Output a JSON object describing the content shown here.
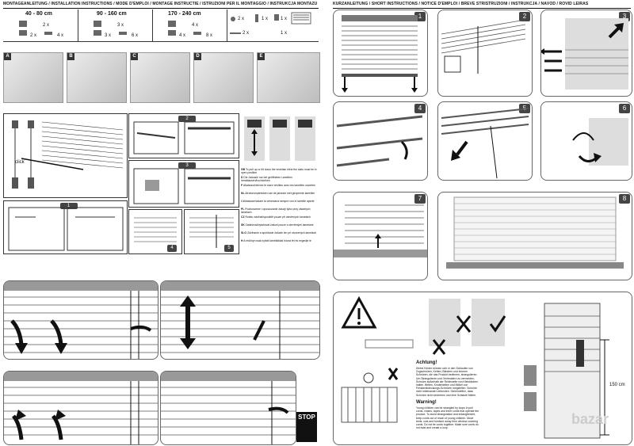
{
  "left_header": "MONTAGEANLEITUNG / INSTALLATION INSTRUCTIONS / MODE D'EMPLOI / MONTAGE INSTRUCTIE / ISTRUZIONI PER IL MONTAGGIO / INSTRUKCJA MONTAŻU / MONTÁŽNÍ NÁVOD / SZERELÉSI LEÍRÁS",
  "right_header": "KURZANLEITUNG / SHORT INSTRUCTIONS / NOTICE D'EMPLOI / BREVE STRISTRUZIONI / INSTRUKCJA / NÁVOD / ROVID LEÍRÁS",
  "sizes": [
    {
      "range": "40 - 80 cm",
      "q1": "2 x",
      "q2": "2 x",
      "q3": "4 x"
    },
    {
      "range": "90 - 160 cm",
      "q1": "3 x",
      "q2": "3 x",
      "q3": "6 x"
    },
    {
      "range": "170 - 240 cm",
      "q1": "4 x",
      "q2": "4 x",
      "q3": "8 x"
    }
  ],
  "extras": {
    "a": "2 x",
    "b": "1 x",
    "c": "1 x",
    "d": "2 x",
    "e": "1 x"
  },
  "photo_tags": [
    "A",
    "B",
    "C",
    "D",
    "E"
  ],
  "install_steps": {
    "s1": "1",
    "s2": "2",
    "s3": "3",
    "s4": "4",
    "s5": "5"
  },
  "click_label": "click",
  "lang_notes": [
    "To pull up or tilt down the venetian blind the slats must be in open position",
    "Die Jalousie nur bei geöffneten Lamellen herablassen/hochziehen",
    "Abaissez/relevez le store vénitien avec les lamelles ouvertes",
    "Afrolsen/optrekken van de jaloezie met geopende lamellen",
    "Abbassare/alzare la veneziana sempre con le lamelle aperte",
    "Podnoszenie i opuszczanie żaluzji tylko przy otwartych lamelach",
    "Roletu zdvíhat/spouštět pouze při otevřených lamelách",
    "Zatahovat/vytahovat žaluzii pouze s otevřenými lamelami",
    "Zdvíhanie a spúšťanie žalúzie len pri otvorených lamelách",
    "A redőnyt csak nyitott lamellákkal húzza fel és engedje le"
  ],
  "lang_codes": [
    "GB",
    "D",
    "F",
    "NL",
    "I",
    "PL",
    "CZ",
    "SK",
    "SLO",
    "H"
  ],
  "quick_steps": [
    "1",
    "2",
    "3",
    "4",
    "5",
    "6",
    "7",
    "8"
  ],
  "stop_label": "STOP",
  "warning": {
    "achtung": "Achtung!",
    "achtung_text": "Kleine Kinder können sich in den Schlaufen von Zugschnüren, Ketten, Bändern und inneren Schnüren, die das Produkt bedienen, strangulieren. Um Strangulieren und Verheddern zu vermeiden, Schnüre außerhalb der Reichweite von Kleinkindern halten. Betten, Kinderbetten und Möbel von Fensterabdeckungs-Schnüren wegstellen. Schnüre nicht miteinander verknoten. Sicherstellen, dass Schnüre nicht verdrehen und eine Schlaufe bilden.",
    "warning": "Warning!",
    "warning_text": "Young children can be strangled by loops in pull cords, chains, tapes and inner cords that operate the product. To avoid strangulation and entanglement, keep cords out of reach of young children. Move beds, cots and furniture away from window covering cords. Do not tie cords together. Make sure cords do not twist and create a loop."
  },
  "height_label": "150 cm",
  "watermark": "bazar"
}
